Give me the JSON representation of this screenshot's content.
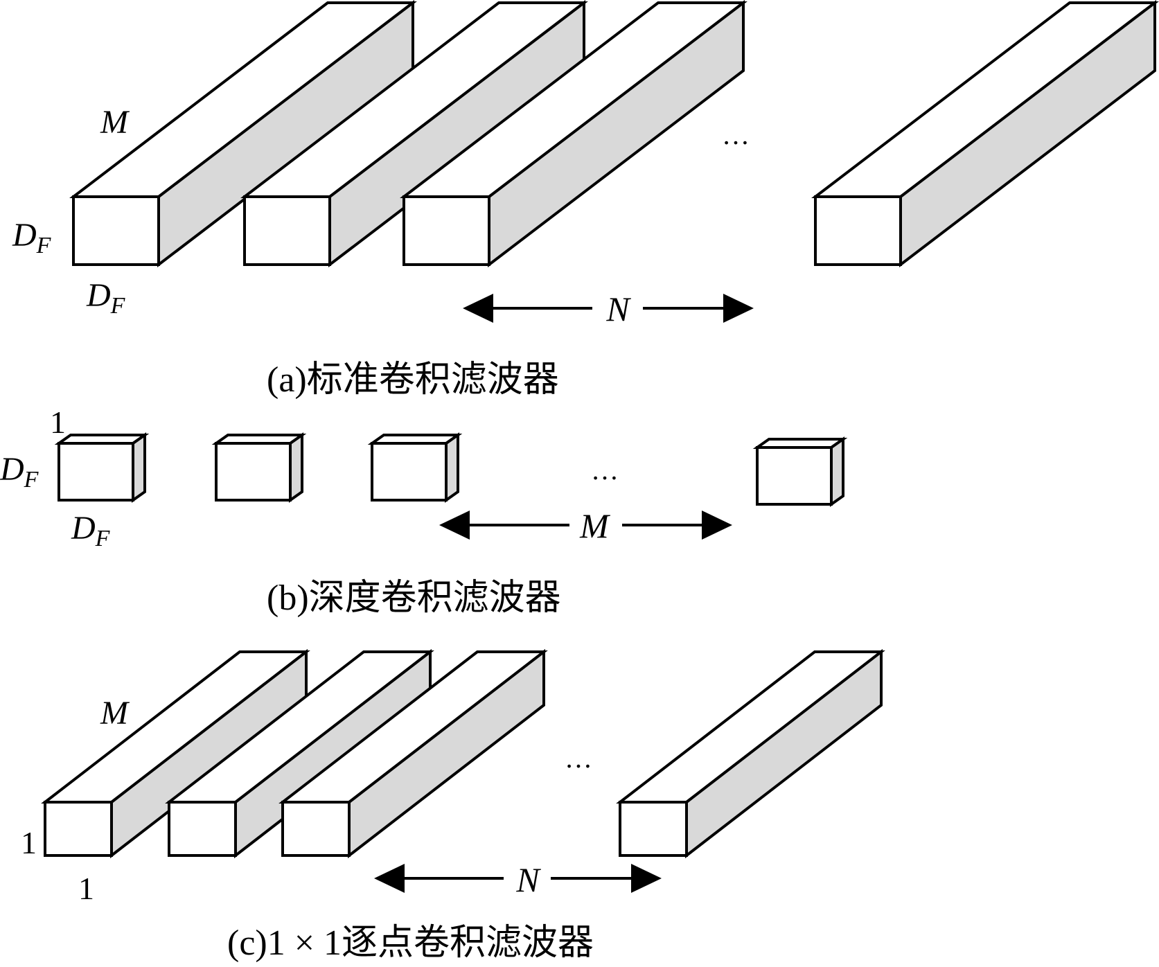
{
  "panels": {
    "a": {
      "caption": "(a)标准卷积滤波器",
      "depth_label": "M",
      "height_label": "D",
      "height_sub": "F",
      "width_label": "D",
      "width_sub": "F",
      "count_label": "N",
      "ellipsis": "…"
    },
    "b": {
      "caption": "(b)深度卷积滤波器",
      "depth_label": "1",
      "height_label": "D",
      "height_sub": "F",
      "width_label": "D",
      "width_sub": "F",
      "count_label": "M",
      "ellipsis": "…"
    },
    "c": {
      "caption": "(c)1 × 1逐点卷积滤波器",
      "depth_label": "M",
      "height_label": "1",
      "width_label": "1",
      "count_label": "N",
      "ellipsis": "…"
    }
  },
  "colors": {
    "box_face": "#ffffff",
    "box_side": "#d9d9d9",
    "stroke": "#000000"
  }
}
